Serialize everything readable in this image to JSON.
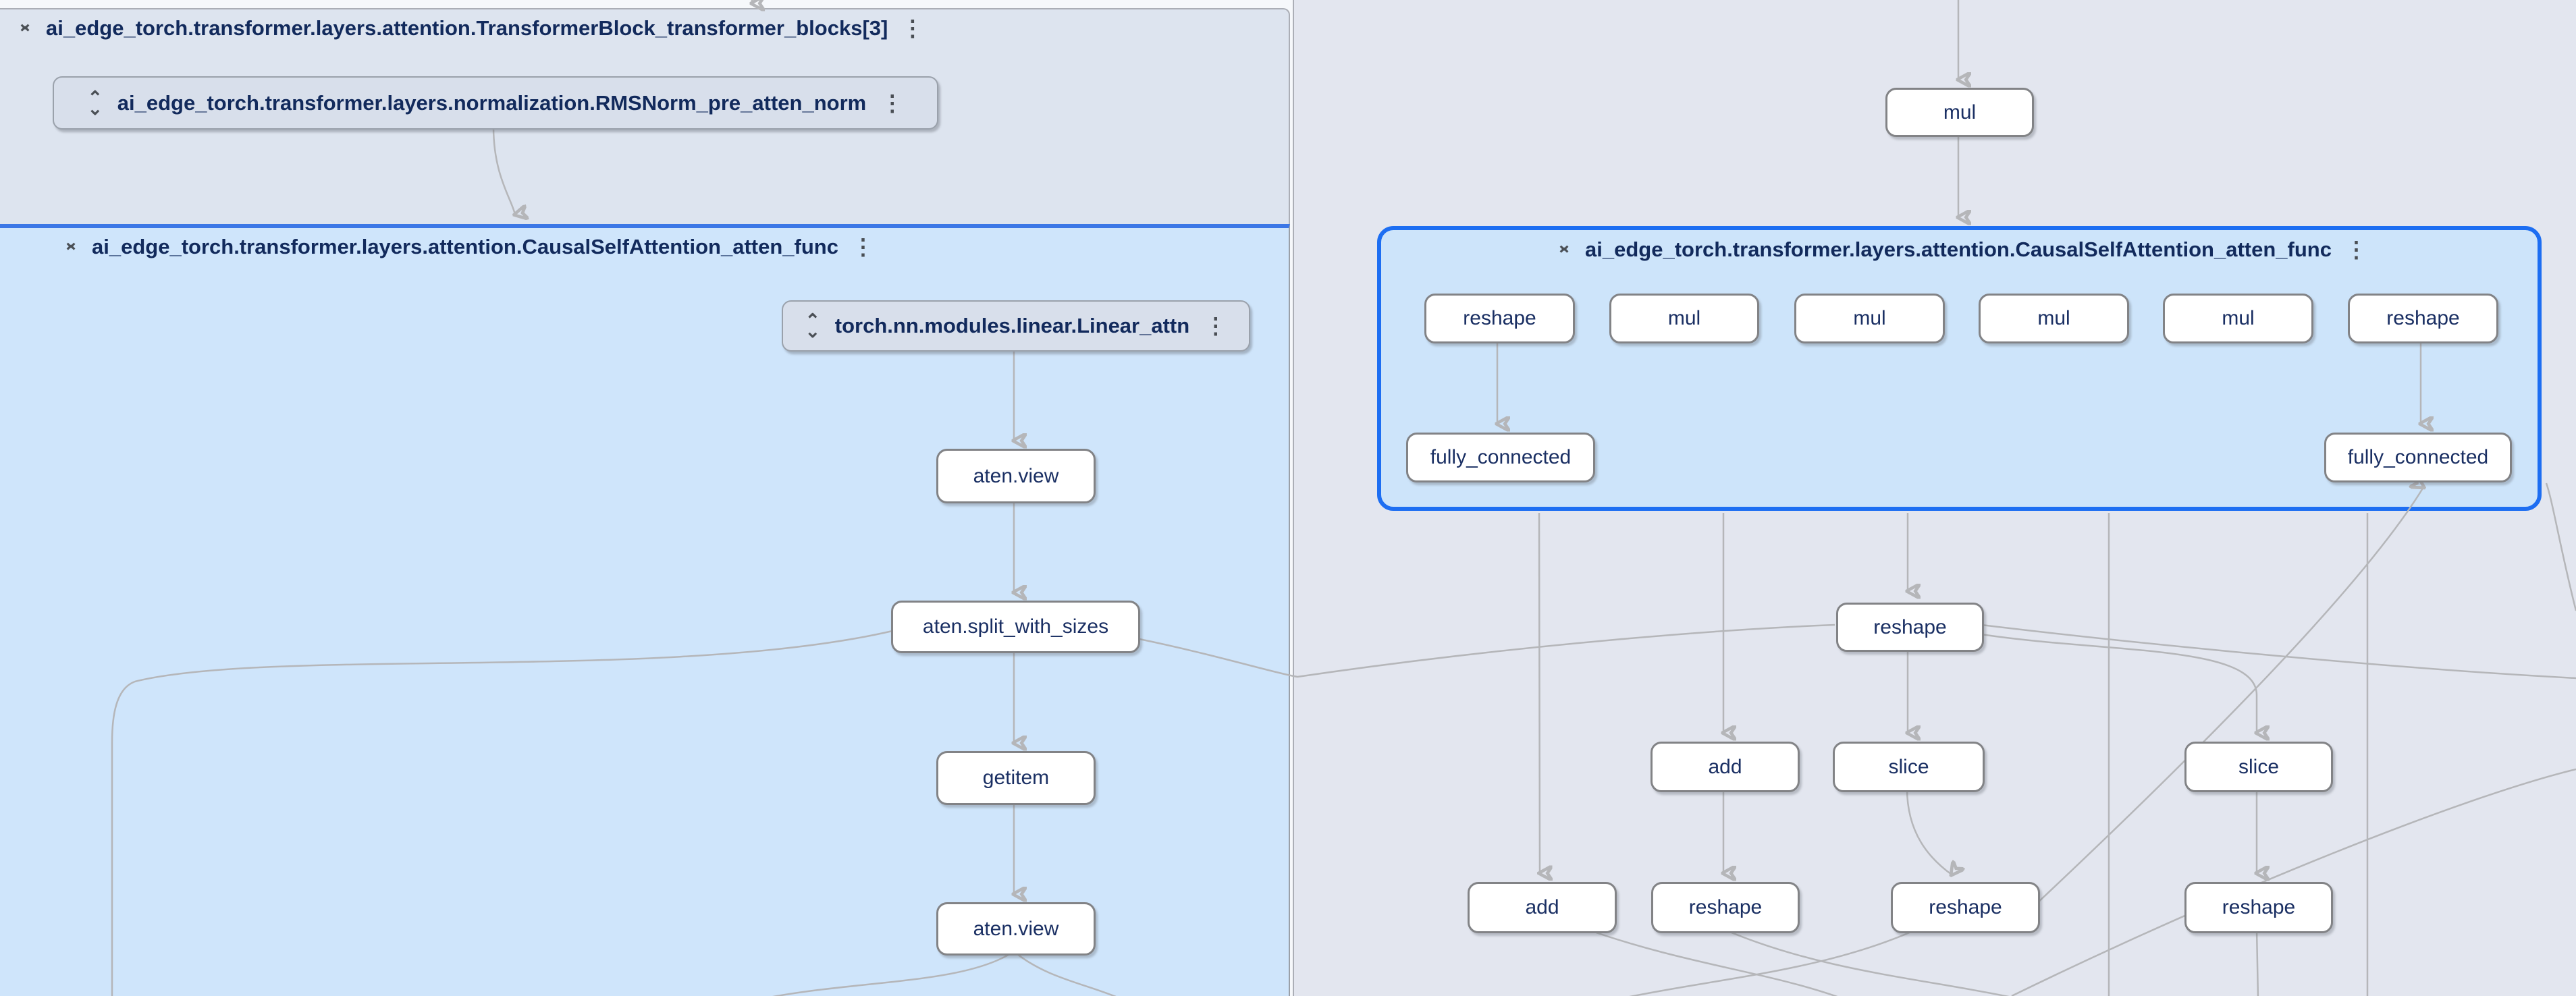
{
  "app": "model graph explorer",
  "colors": {
    "selected_group_border": "#1d6ef2",
    "expanded_layer_border": "#3c77e6",
    "attention_layer_fill": "#cfe5fb",
    "selected_layer_fill": "#cde4fa",
    "block_layer_fill": "#dde4ef",
    "right_region_fill": "#e3e6ef",
    "node_fill": "#ffffff",
    "edge": "#b5b6b9",
    "label_text": "#122a5c"
  },
  "icons": {
    "unfold_less_top": "⌄",
    "unfold_less_bottom": "⌃",
    "unfold_more_top": "⌃",
    "unfold_more_bottom": "⌄",
    "kebab": "⋮"
  },
  "transformer_block": {
    "title": "ai_edge_torch.transformer.layers.attention.TransformerBlock_transformer_blocks[3]",
    "rms_norm_label": "ai_edge_torch.transformer.layers.normalization.RMSNorm_pre_atten_norm"
  },
  "left_attention": {
    "title": "ai_edge_torch.transformer.layers.attention.CausalSelfAttention_atten_func",
    "linear_label": "torch.nn.modules.linear.Linear_attn",
    "ops": [
      "aten.view",
      "aten.split_with_sizes",
      "getitem",
      "aten.view"
    ]
  },
  "right_region": {
    "mul_label": "mul",
    "selected_group": {
      "title": "ai_edge_torch.transformer.layers.attention.CausalSelfAttention_atten_func",
      "row": [
        "reshape",
        "mul",
        "mul",
        "mul",
        "mul",
        "reshape"
      ],
      "fc": [
        "fully_connected",
        "fully_connected"
      ]
    },
    "reshape_mid": "reshape",
    "row2": [
      "add",
      "slice",
      "slice"
    ],
    "row3": [
      "add",
      "reshape",
      "reshape",
      "reshape"
    ]
  }
}
